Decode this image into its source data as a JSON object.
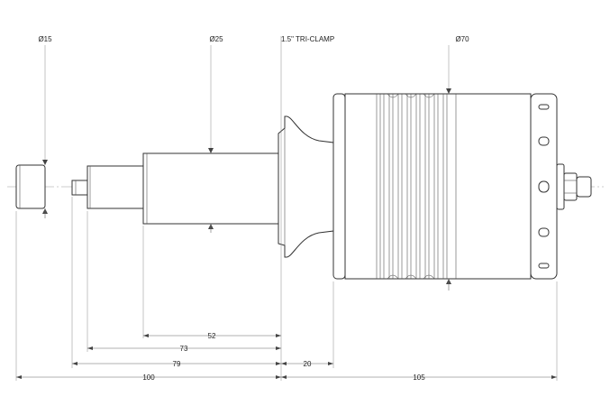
{
  "diameter_labels": {
    "d15": "Ø15",
    "d25": "Ø25",
    "triclamp": "1.5\" TRI-CLAMP",
    "d70": "Ø70"
  },
  "length_dims": {
    "d52": "52",
    "d73": "73",
    "d79": "79",
    "d20": "20",
    "d100": "100",
    "d105": "105"
  },
  "colors": {
    "outline": "#333333",
    "dimension": "#666666",
    "centerline": "#999999",
    "background": "#ffffff"
  }
}
